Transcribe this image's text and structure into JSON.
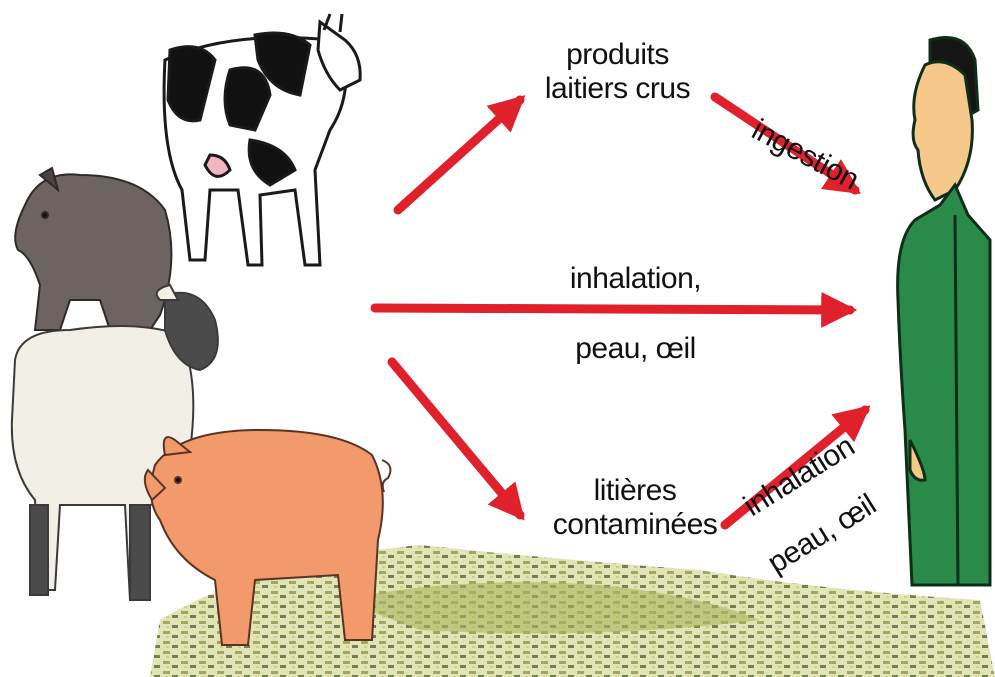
{
  "colors": {
    "arrow": "#e0202a",
    "cow_body": "#ffffff",
    "cow_spots": "#111111",
    "boar": "#6d6461",
    "sheep_wool": "#f1efe6",
    "sheep_face": "#4b4b4b",
    "pig": "#f29a6b",
    "ground": "#b9c06a",
    "man_suit": "#2a8a4a",
    "man_skin": "#f6c98a",
    "man_hair": "#151515"
  },
  "icons": [
    "cow-icon",
    "boar-icon",
    "sheep-icon",
    "pig-icon",
    "man-icon",
    "litter-ground"
  ],
  "labels": {
    "raw_dairy": {
      "line1": "produits",
      "line2": "laitiers crus"
    },
    "ingestion": "ingestion",
    "inhalation_direct": {
      "line1": "inhalation,",
      "line2": "peau, œil"
    },
    "litter": {
      "line1": "litières",
      "line2": "contaminées"
    },
    "litter_route": {
      "line1": "inhalation",
      "line2": "peau, œil"
    }
  }
}
